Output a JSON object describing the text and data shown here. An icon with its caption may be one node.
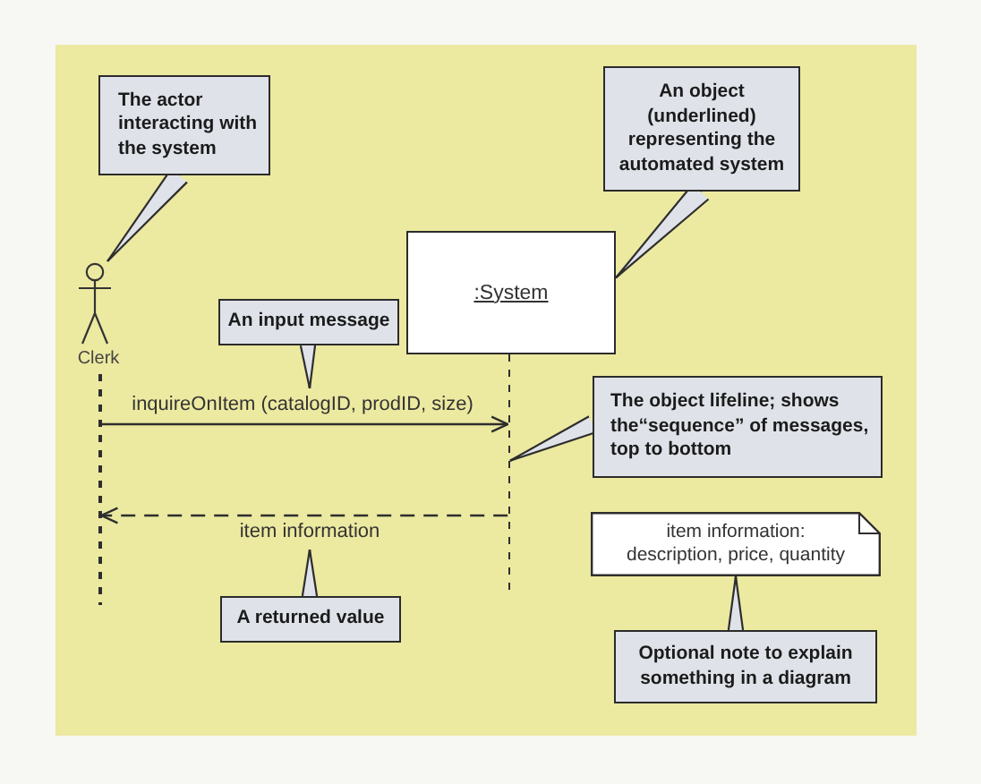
{
  "diagram": {
    "nodes": [
      {
        "text": [
          "The actor interacting with the system"
        ]
      },
      {
        "text": [
          "An object (underlined) representing the automated system"
        ]
      },
      {
        "text": [
          ":System"
        ]
      },
      {
        "text": [
          "Clerk"
        ]
      },
      {
        "text": [
          "An input message"
        ]
      },
      {
        "text": [],
        "shape": "line"
      },
      {
        "text": [],
        "shape": "line"
      },
      {
        "text": [
          "The object lifeline; shows the“sequence” of messages, top to bottom"
        ]
      },
      {
        "text": [
          "item information: description, price, quantity"
        ]
      },
      {
        "text": [
          "A returned value"
        ]
      },
      {
        "text": [
          "Optional note to explain something in a diagram"
        ]
      }
    ],
    "edges": [
      {
        "from": 5,
        "to": 6,
        "arrow": "to",
        "label": "inquireOnItem (catalogID, prodID, size)"
      },
      {
        "from": 6,
        "to": 5,
        "arrow": "to",
        "label": "item information",
        "style": "dashed"
      },
      {
        "from": 0,
        "to": 3,
        "arrow": "to"
      },
      {
        "from": 1,
        "to": 2,
        "arrow": "to"
      },
      {
        "from": 4,
        "to": null,
        "arrow": "to"
      },
      {
        "from": 7,
        "to": 6,
        "arrow": "to"
      },
      {
        "from": 9,
        "to": null,
        "arrow": "to"
      },
      {
        "from": 10,
        "to": 8,
        "arrow": "to"
      }
    ]
  }
}
